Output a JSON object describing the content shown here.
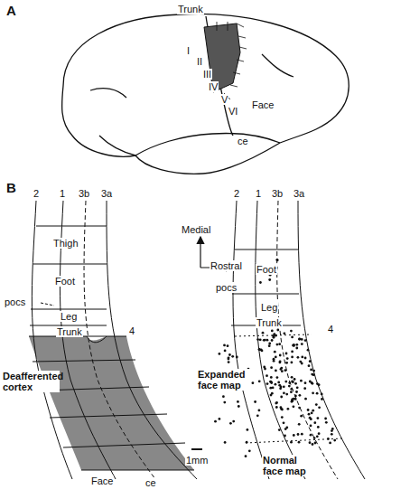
{
  "diagram": {
    "labels": [
      "A",
      "Trunk",
      "I",
      "II",
      "III",
      "IV",
      "V",
      "VI",
      "Face",
      "ce",
      "B",
      "2",
      "1",
      "3b",
      "3a",
      "Thigh",
      "Foot",
      "pocs",
      "Leg",
      "Trunk",
      "4",
      "Deafferented cortex",
      "Face",
      "ce",
      "1mm",
      "Medial",
      "Rostral",
      "2",
      "1",
      "3b",
      "3a",
      "Foot",
      "pocs",
      "Leg",
      "Trunk",
      "4",
      "Expanded face map",
      "Normal face map"
    ]
  }
}
